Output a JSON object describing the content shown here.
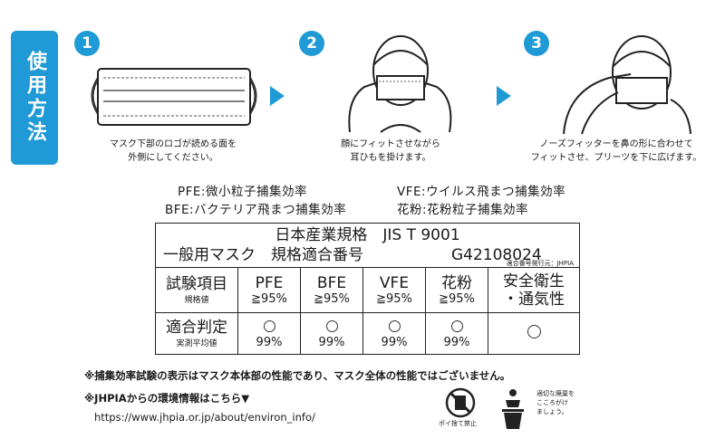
{
  "section_title": "使用方法",
  "steps": [
    {
      "number": "1",
      "caption_lines": [
        "マスク下部のロゴが読める面を",
        "外側にしてください。"
      ]
    },
    {
      "number": "2",
      "caption_lines": [
        "顔にフィットさせながら",
        "耳ひもを掛けます。"
      ]
    },
    {
      "number": "3",
      "caption_lines": [
        "ノーズフィッターを鼻の形に合わせて",
        "フィットさせ、プリーツを下に広げます。"
      ]
    }
  ],
  "legend": {
    "pfe": "PFE:微小粒子捕集効率",
    "vfe": "VFE:ウイルス飛まつ捕集効率",
    "bfe": "BFE:バクテリア飛まつ捕集効率",
    "kafun": "花粉:花粉粒子捕集効率"
  },
  "spec_header": {
    "line1": "日本産業規格　JIS T 9001",
    "line2_left": "一般用マスク　規格適合番号",
    "line2_number": "G42108024",
    "issuer": "適合番号発行元：JHPIA"
  },
  "spec_table": {
    "row1_title": "試験項目",
    "row1_sub": "規格値",
    "columns": [
      {
        "name": "PFE",
        "standard": "≧95%"
      },
      {
        "name": "BFE",
        "standard": "≧95%"
      },
      {
        "name": "VFE",
        "standard": "≧95%"
      },
      {
        "name": "花粉",
        "standard": "≧95%"
      },
      {
        "name": "安全衛生",
        "standard": "・通気性"
      }
    ],
    "row2_title": "適合判定",
    "row2_sub": "実測平均値",
    "results": [
      "99%",
      "99%",
      "99%",
      "99%",
      ""
    ]
  },
  "notes": {
    "disclaimer": "※捕集効率試験の表示はマスク本体部の性能であり、マスク全体の性能ではございません。",
    "env_info": "※JHPIAからの環境情報はこちら▼",
    "url": "https://www.jhpia.or.jp/about/environ_info/"
  },
  "icons": {
    "no_littering_label": "ポイ捨て禁止",
    "proper_disposal_lines": [
      "適切な廃棄を",
      "こころがけ",
      "ましょう。"
    ]
  }
}
